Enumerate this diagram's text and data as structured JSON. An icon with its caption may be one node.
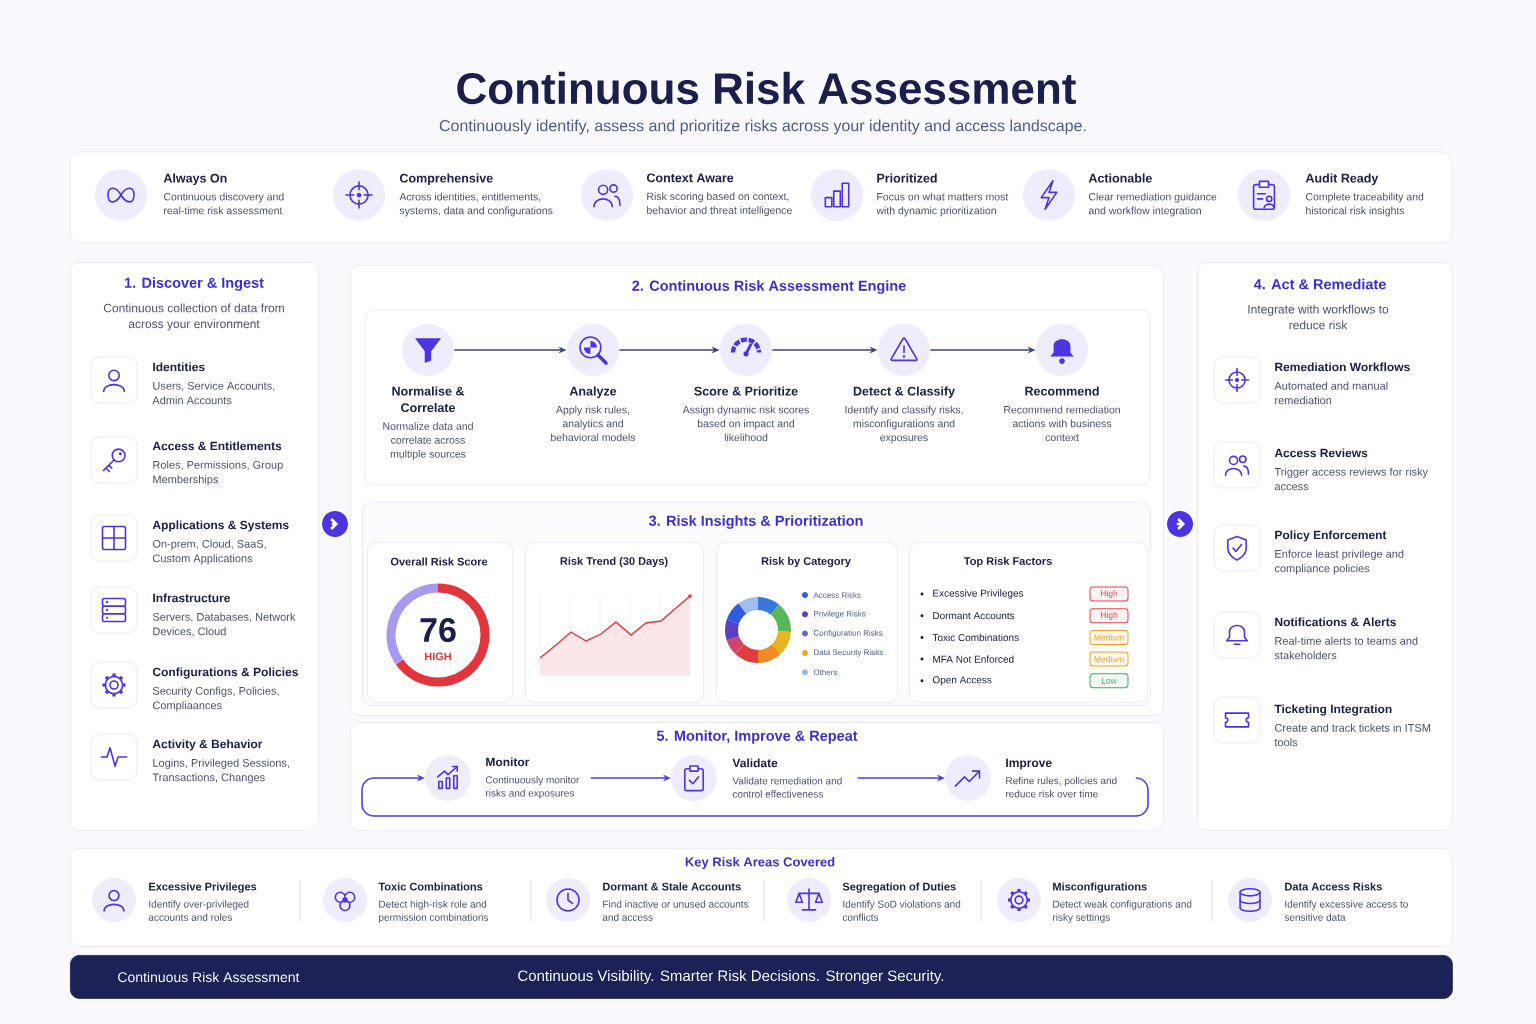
{
  "diagram": {
    "title": "Continuous Risk Assessment",
    "nodes": [
      {
        "text": [
          "Always On",
          "Continuous discovery and real-time risk assessment"
        ]
      },
      {
        "text": [
          "Comprehensive",
          "Across identities, entitlements, systems, data and configurations"
        ]
      },
      {
        "text": [
          "Context Aware",
          "Risk scoring based on context, behavior and threat intelligence"
        ]
      },
      {
        "text": [
          "Prioritized",
          "Focus on what matters most with dynamic prioritization"
        ]
      },
      {
        "text": [
          "Actionable",
          "Clear remediation guidance and workflow integration"
        ]
      },
      {
        "text": [
          "Audit Ready",
          "Complete traceability and historical risk insights"
        ]
      },
      {
        "text": [
          "1. Discover & Ingest",
          "Continuous collection of data from across your environment"
        ]
      },
      {
        "text": [
          "Identities",
          "Users, Service Accounts, Admin Accounts"
        ],
        "in": 6
      },
      {
        "text": [
          "Access & Entitlements",
          "Roles, Permissions, Group Memberships"
        ],
        "in": 6
      },
      {
        "text": [
          "Applications & Systems",
          "On-prem, Cloud, SaaS, Custom Applications"
        ],
        "in": 6
      },
      {
        "text": [
          "Infrastructure",
          "Servers, Databases, Network Devices, Cloud"
        ],
        "in": 6
      },
      {
        "text": [
          "Configurations & Policies",
          "Security Configs, Policies, Compliaances"
        ],
        "in": 6
      },
      {
        "text": [
          "Activity & Behavior",
          "Logins, Privileged Sessions, Transactions, Changes"
        ],
        "in": 6
      },
      {
        "text": [
          "2. Continuous Risk Assessment Engine"
        ]
      },
      {
        "text": [
          "Normalise & Correlate",
          "Normalize data and correlate across multiple sources"
        ],
        "in": 13
      },
      {
        "text": [
          "Analyze",
          "Apply risk rules, analytics and behavioral models"
        ],
        "in": 13
      },
      {
        "text": [
          "Score & Prioritize",
          "Assign dynamic risk scores based on impact and likelihood"
        ],
        "in": 13
      },
      {
        "text": [
          "Detect & Classify",
          "Identify and classify risks, misconfigurations and exposures"
        ],
        "in": 13
      },
      {
        "text": [
          "Recommend",
          "Recommend remediation actions with business context"
        ],
        "in": 13
      },
      {
        "text": [
          "3. Risk Insights & Prioritization"
        ],
        "in": 13
      },
      {
        "text": [
          "Overall Risk Score",
          "76",
          "HIGH"
        ],
        "in": 19
      },
      {
        "text": [
          "Risk Trend (30 Days)"
        ],
        "in": 19
      },
      {
        "text": [
          "Risk by Category"
        ],
        "in": 19
      },
      {
        "text": [
          "Top Risk Factors"
        ],
        "in": 19
      },
      {
        "text": [
          "5. Monitor, Improve & Repeat"
        ]
      },
      {
        "text": [
          "Monitor",
          "Continuously monitor risks and exposures"
        ],
        "in": 24
      },
      {
        "text": [
          "Validate",
          "Validate remediation and control effectiveness"
        ],
        "in": 24
      },
      {
        "text": [
          "Improve",
          "Refine rules, policies and reduce risk over time"
        ],
        "in": 24
      },
      {
        "text": [
          "4. Act & Remediate",
          "Integrate with workflows to reduce risk"
        ]
      },
      {
        "text": [
          "Remediation Workflows",
          "Automated and manual remediation"
        ],
        "in": 28
      },
      {
        "text": [
          "Access Reviews",
          "Trigger access reviews for risky access"
        ],
        "in": 28
      },
      {
        "text": [
          "Policy Enforcement",
          "Enforce least privilege and compliance policies"
        ],
        "in": 28
      },
      {
        "text": [
          "Notifications & Alerts",
          "Real-time alerts to teams and stakeholders"
        ],
        "in": 28
      },
      {
        "text": [
          "Ticketing Integration",
          "Create and track tickets in ITSM tools"
        ],
        "in": 28
      },
      {
        "text": [
          "Key Risk Areas Covered"
        ]
      },
      {
        "text": [
          "Excessive Privileges",
          "Identify over-privileged accounts and roles"
        ],
        "in": 34
      },
      {
        "text": [
          "Toxic Combinations",
          "Detect high-risk role and permission combinations"
        ],
        "in": 34
      },
      {
        "text": [
          "Dormant & Stale Accounts",
          "Find inactive or unused accounts and access"
        ],
        "in": 34
      },
      {
        "text": [
          "Segregation of Duties",
          "Identify SoD violations and conflicts"
        ],
        "in": 34
      },
      {
        "text": [
          "Misconfigurations",
          "Detect weak configurations and risky settings"
        ],
        "in": 34
      },
      {
        "text": [
          "Data Access Risks",
          "Identify excessive access to sensitive data"
        ],
        "in": 34
      },
      {
        "text": [
          "Continuous Risk Assessment",
          "Continuous Visibility. Smarter Risk Decisions. Stronger Security."
        ]
      }
    ],
    "edges": [
      {
        "from": 6,
        "to": 13,
        "arrow": "to",
        "color": "#ffffff"
      },
      {
        "from": 13,
        "to": 28,
        "arrow": "to",
        "color": "#ffffff"
      },
      {
        "from": 14,
        "to": 15,
        "arrow": "to"
      },
      {
        "from": 15,
        "to": 16,
        "arrow": "to"
      },
      {
        "from": 16,
        "to": 17,
        "arrow": "to"
      },
      {
        "from": 17,
        "to": 18,
        "arrow": "to"
      },
      {
        "from": 25,
        "to": 26,
        "arrow": "to",
        "color": "#4b3fe0"
      },
      {
        "from": 26,
        "to": 27,
        "arrow": "to",
        "color": "#4b3fe0"
      },
      {
        "from": 27,
        "to": 25,
        "arrow": "to",
        "color": "#4b3fe0"
      }
    ],
    "labels": [
      "Continuously identify, assess and prioritize risks across your identity and access landscape.",
      "Excessive Privileges",
      "High",
      "Dormant Accounts",
      "High",
      "Toxic Combinations",
      "Medium",
      "MFA Not Enforced",
      "Medium",
      "Open Access",
      "Low"
    ],
    "legend": [
      {
        "text": "Access Risks",
        "color": "#2f5be0"
      },
      {
        "text": "Privilege Risks",
        "color": "#5b3fc4"
      },
      {
        "text": "Configuration Risks",
        "color": "#6a68b0"
      },
      {
        "text": "Data Security Risks",
        "color": "#f0a818"
      },
      {
        "text": "Others",
        "color": "#9ab8ee"
      }
    ]
  }
}
